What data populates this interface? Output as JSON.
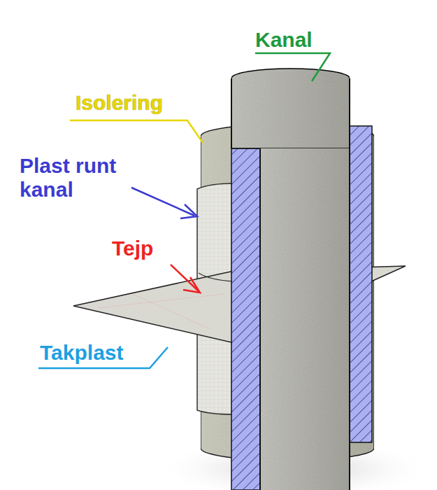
{
  "diagram": {
    "labels": [
      "Kanal",
      "Isolering",
      "Plast runt kanal",
      "Tejp",
      "Takplast"
    ]
  }
}
